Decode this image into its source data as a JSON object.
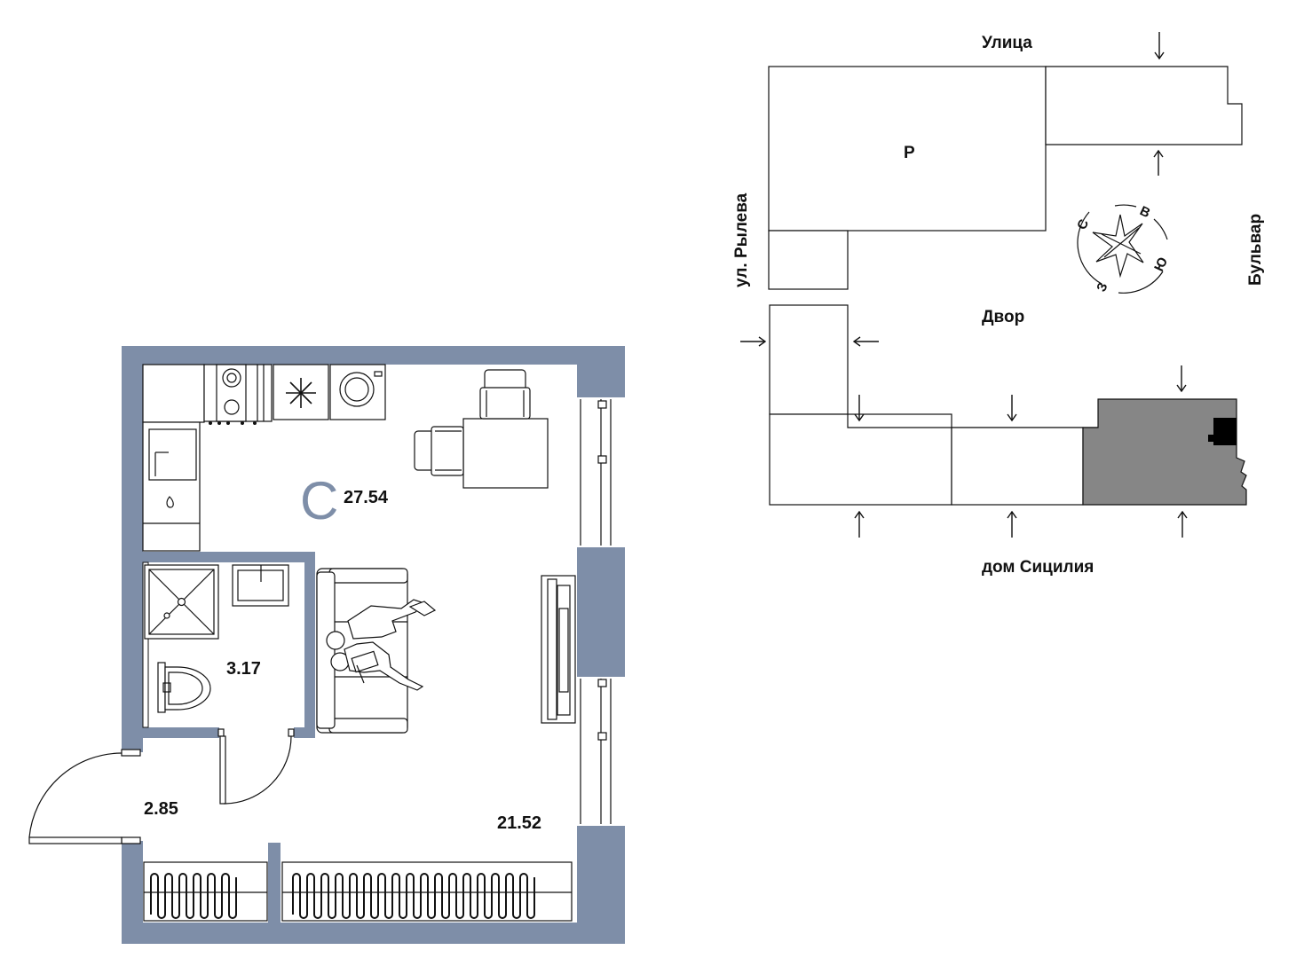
{
  "plan": {
    "type_letter": "С",
    "total_area": "27.54",
    "room_areas": {
      "bathroom": "3.17",
      "hall": "2.85",
      "living": "21.52"
    }
  },
  "site": {
    "street_top": "Улица",
    "street_left": "ул. Рылева",
    "boulevard_right": "Бульвар",
    "yard": "Двор",
    "house_bottom": "дом Сицилия",
    "block_label": "Р",
    "compass": {
      "north": "С",
      "east": "В",
      "south": "Ю",
      "west": "З"
    }
  },
  "colors": {
    "wall": "#7e8ea8",
    "apartment": "#868686",
    "unit_marker": "#000000",
    "line": "#111111"
  }
}
